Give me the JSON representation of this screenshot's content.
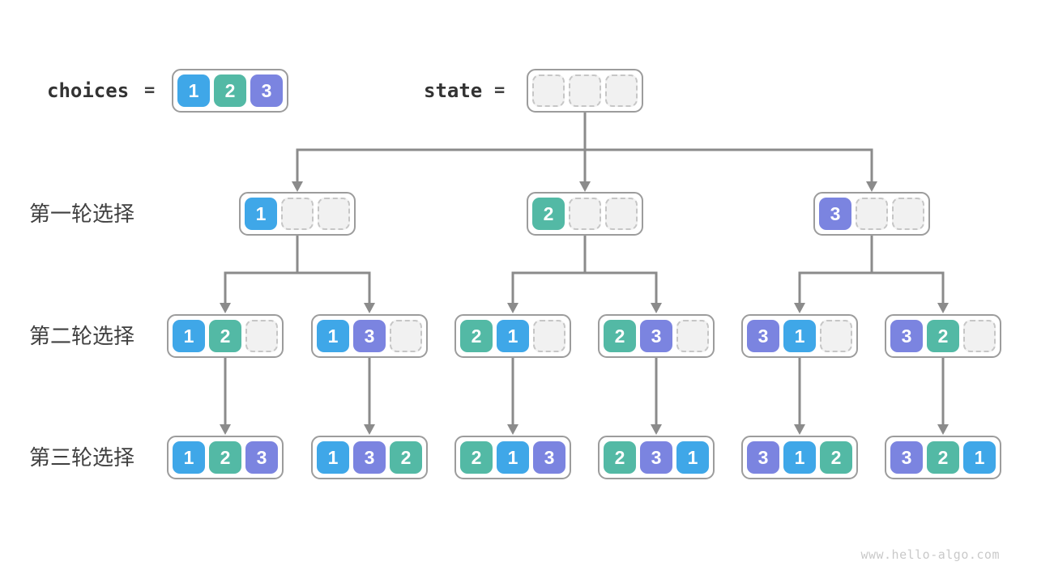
{
  "palette": {
    "blue": "#3fa7e8",
    "teal": "#53b9a5",
    "purple": "#7b84e0",
    "empty_fill": "#f1f1f1",
    "empty_border": "#c6c6c6",
    "box_border": "#9c9c9c",
    "line": "#8b8b8b",
    "label_text": "#404040",
    "code_text": "#333333"
  },
  "header": {
    "choices_label": "choices",
    "equals": "=",
    "state_label": "state",
    "choices_cells": [
      "1",
      "2",
      "3"
    ],
    "state_cells": [
      "",
      "",
      ""
    ]
  },
  "rows": [
    {
      "label": "第一轮选择",
      "boxes": [
        [
          "1",
          "",
          ""
        ],
        [
          "2",
          "",
          ""
        ],
        [
          "3",
          "",
          ""
        ]
      ]
    },
    {
      "label": "第二轮选择",
      "boxes": [
        [
          "1",
          "2",
          ""
        ],
        [
          "1",
          "3",
          ""
        ],
        [
          "2",
          "1",
          ""
        ],
        [
          "2",
          "3",
          ""
        ],
        [
          "3",
          "1",
          ""
        ],
        [
          "3",
          "2",
          ""
        ]
      ]
    },
    {
      "label": "第三轮选择",
      "boxes": [
        [
          "1",
          "2",
          "3"
        ],
        [
          "1",
          "3",
          "2"
        ],
        [
          "2",
          "1",
          "3"
        ],
        [
          "2",
          "3",
          "1"
        ],
        [
          "3",
          "1",
          "2"
        ],
        [
          "3",
          "2",
          "1"
        ]
      ]
    }
  ],
  "watermark": "www.hello-algo.com"
}
